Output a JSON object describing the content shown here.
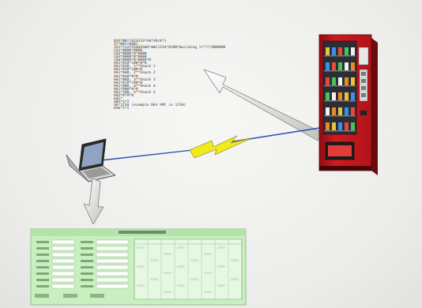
{
  "diagram": {
    "labels": [
      "DXS*8077625233*VA*V0/6*1",
      "ST*001*0001",
      "ID1*112233445566*ABC1234*8180*Building 1**777888999",
      "CA1*0000*0000",
      "CA2*0000*0*0000",
      "CA3*0000*0*0000",
      "CA4*0000*0*0000*0",
      "PA1*010*100*0*0",
      "PA1*020, 1**Snack 1",
      "PA1*030*100*0",
      "PA1*040, 2**Snack 2",
      "PA1*050*0*0",
      "PA1*060, 3**Snack 3",
      "PA1*070*100*0",
      "PA1*080, 4**Snack 4",
      "PA1*090*0*0",
      "PA1*100, 5**Snack 5",
      "PA2*0*0*0",
      "EA1*",
      "G85*1*2",
      "SE*1234 (example DEX VMC is 1234)",
      "DXE*1*1"
    ]
  }
}
